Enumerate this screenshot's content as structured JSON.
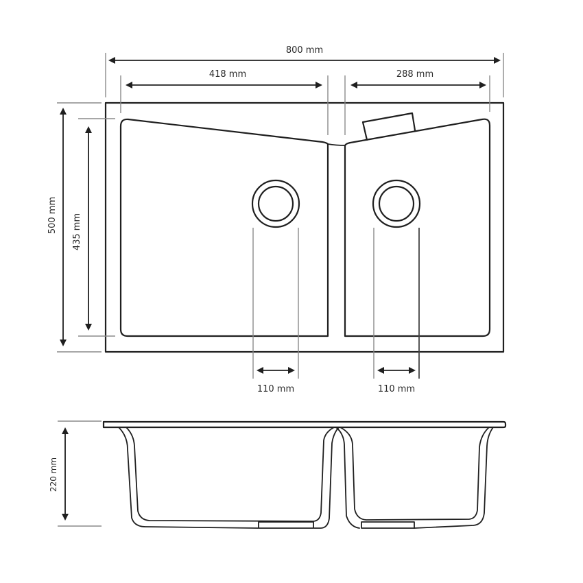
{
  "diagram": {
    "type": "technical-drawing",
    "subject": "double-bowl kitchen sink",
    "colors": {
      "line": "#1f1f1f",
      "guide": "#8a8a8a",
      "background": "#ffffff"
    },
    "top_view": {
      "dimensions": {
        "overall_width": "800 mm",
        "left_bowl_width": "418 mm",
        "right_bowl_width": "288 mm",
        "overall_depth": "500 mm",
        "bowl_depth": "435 mm",
        "left_drain_width": "110 mm",
        "right_drain_width": "110 mm"
      }
    },
    "side_view": {
      "dimensions": {
        "height": "220 mm"
      }
    }
  }
}
